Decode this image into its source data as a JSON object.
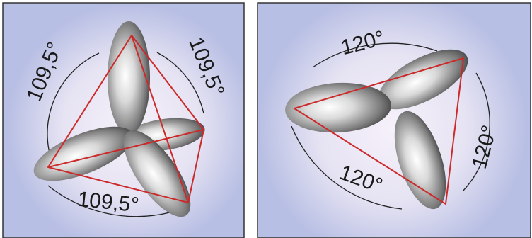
{
  "figure": {
    "tetrahedral": {
      "angle_labels": [
        "109,5°",
        "109,5°",
        "109,5°"
      ]
    },
    "trigonal": {
      "angle_labels": [
        "120°",
        "120°",
        "120°"
      ]
    }
  },
  "colors": {
    "panel_background": "#b8bfe4",
    "glow_center": "#f3eef9",
    "frame": "#333333",
    "red_lines": "#cc2a2a",
    "angle_arcs": "#222222",
    "lobe_highlight": "#ffffff",
    "lobe_shadow": "#333333"
  }
}
